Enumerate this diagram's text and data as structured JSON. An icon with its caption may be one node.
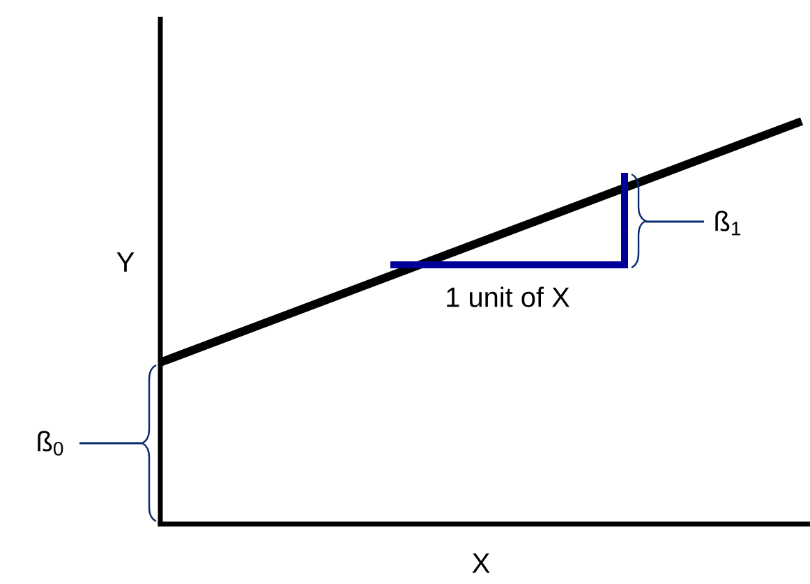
{
  "diagram": {
    "labels": [
      "Y",
      "ß$_{1}$",
      "1 unit of X",
      "ß$_{0}$",
      "X"
    ]
  }
}
